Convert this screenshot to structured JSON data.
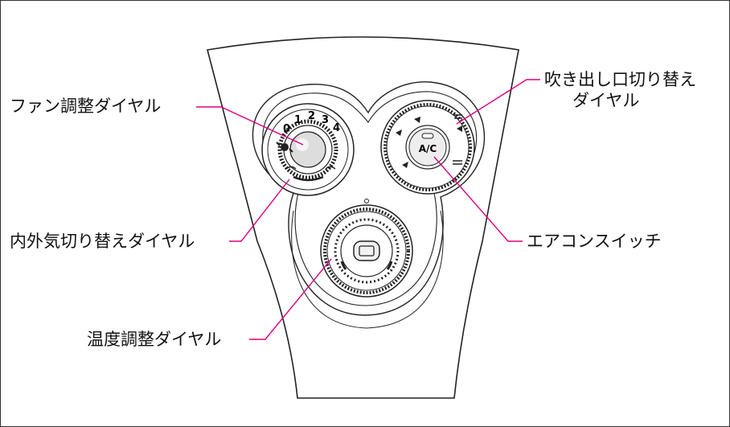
{
  "diagram": {
    "labels": {
      "fan_dial": "ファン調整ダイヤル",
      "intake_dial": "内外気切り替えダイヤル",
      "temperature_dial": "温度調整ダイヤル",
      "ac_switch": "エアコンスイッチ",
      "vent_dial_line1": "吹き出し口切り替え",
      "vent_dial_line2": "ダイヤル"
    },
    "fan_dial_positions": [
      "0",
      "1",
      "2",
      "3",
      "4"
    ],
    "ac_button_text": "A/C",
    "accent_color": "#e0007f",
    "line_color": "#222222"
  }
}
